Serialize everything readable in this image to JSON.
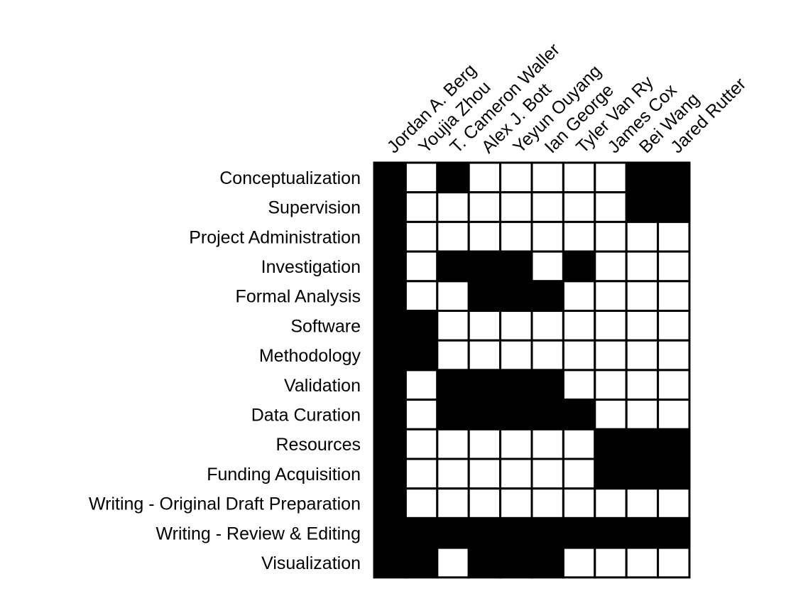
{
  "chart_data": {
    "type": "heatmap",
    "title": "",
    "columns": [
      "Jordan A. Berg",
      "Youjia Zhou",
      "T. Cameron Waller",
      "Alex J. Bott",
      "Yeyun Ouyang",
      "Ian George",
      "Tyler Van Ry",
      "James Cox",
      "Bei Wang",
      "Jared Rutter"
    ],
    "rows": [
      "Conceptualization",
      "Supervision",
      "Project Administration",
      "Investigation",
      "Formal Analysis",
      "Software",
      "Methodology",
      "Validation",
      "Data Curation",
      "Resources",
      "Funding Acquisition",
      "Writing - Original Draft Preparation",
      "Writing - Review & Editing",
      "Visualization"
    ],
    "values": [
      [
        1,
        0,
        1,
        0,
        0,
        0,
        0,
        0,
        1,
        1
      ],
      [
        1,
        0,
        0,
        0,
        0,
        0,
        0,
        0,
        1,
        1
      ],
      [
        1,
        0,
        0,
        0,
        0,
        0,
        0,
        0,
        0,
        0
      ],
      [
        1,
        0,
        1,
        1,
        1,
        0,
        1,
        0,
        0,
        0
      ],
      [
        1,
        0,
        0,
        1,
        1,
        1,
        0,
        0,
        0,
        0
      ],
      [
        1,
        1,
        0,
        0,
        0,
        0,
        0,
        0,
        0,
        0
      ],
      [
        1,
        1,
        0,
        0,
        0,
        0,
        0,
        0,
        0,
        0
      ],
      [
        1,
        0,
        1,
        1,
        1,
        1,
        0,
        0,
        0,
        0
      ],
      [
        1,
        0,
        1,
        1,
        1,
        1,
        1,
        0,
        0,
        0
      ],
      [
        1,
        0,
        0,
        0,
        0,
        0,
        0,
        1,
        1,
        1
      ],
      [
        1,
        0,
        0,
        0,
        0,
        0,
        0,
        1,
        1,
        1
      ],
      [
        1,
        0,
        0,
        0,
        0,
        0,
        0,
        0,
        0,
        0
      ],
      [
        1,
        1,
        1,
        1,
        1,
        1,
        1,
        1,
        1,
        1
      ],
      [
        1,
        1,
        0,
        1,
        1,
        1,
        0,
        0,
        0,
        0
      ]
    ],
    "value_meaning": {
      "1": "filled black",
      "0": "empty white"
    },
    "colors": {
      "filled": "#000000",
      "empty": "#ffffff",
      "border": "#000000"
    },
    "grid": true,
    "legend": "none"
  }
}
